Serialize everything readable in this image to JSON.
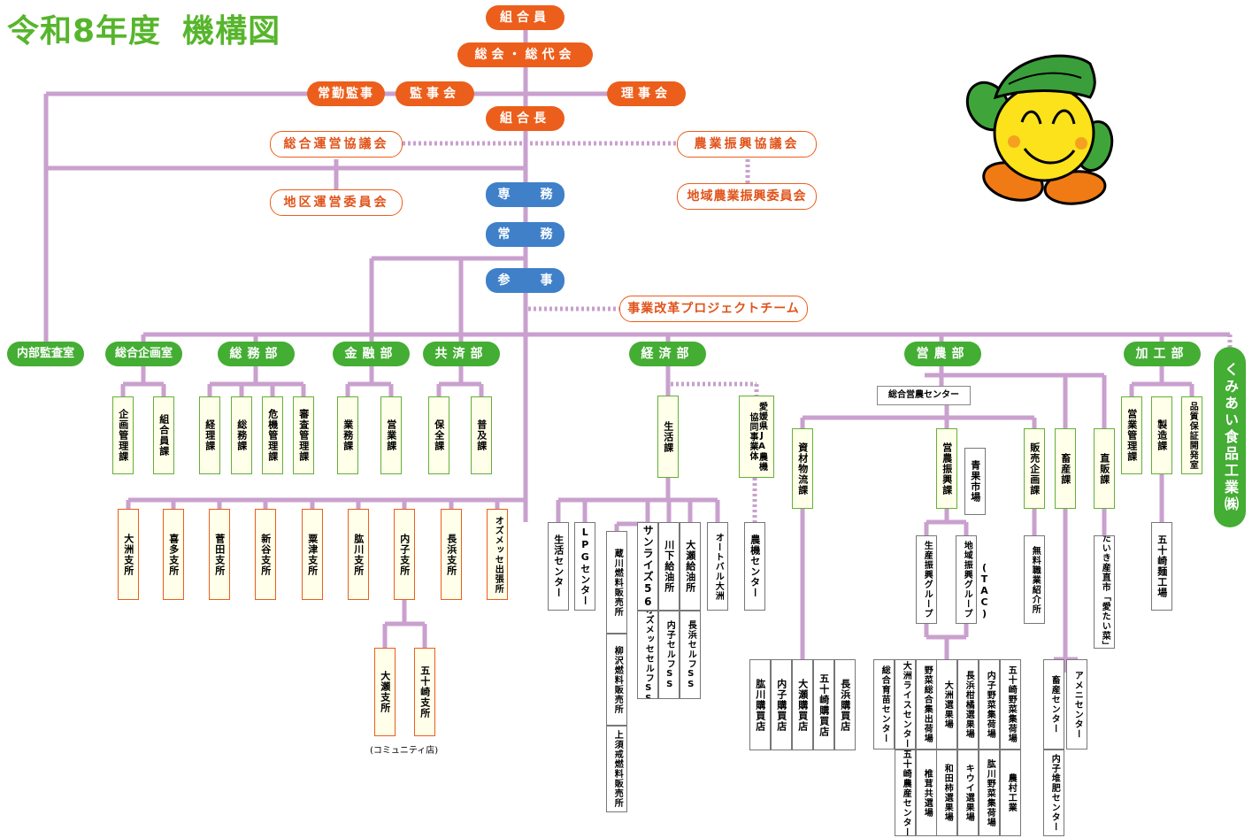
{
  "title": {
    "year": "令和8年度",
    "name": "機構図"
  },
  "colors": {
    "line": "#c9a0ce",
    "orange": "#ec5e1b",
    "blue": "#3f80c9",
    "green": "#44ad33"
  },
  "top": {
    "members": "組合員",
    "assembly": "総会・総代会",
    "auditor_fulltime": "常勤監事",
    "audit_board": "監事会",
    "board": "理事会",
    "president": "組合長",
    "mgmt_council": "総合運営協議会",
    "agri_council": "農業振興協議会",
    "district_committee": "地区運営委員会",
    "regional_agri_committee": "地域農業振興委員会",
    "senmu": [
      "専",
      "務"
    ],
    "jomu": [
      "常",
      "務"
    ],
    "sanji": [
      "参",
      "事"
    ],
    "project_team": "事業改革プロジェクトチーム"
  },
  "departments": {
    "internal_audit": "内部監査室",
    "planning": "総合企画室",
    "general_affairs": "総務部",
    "finance": "金融部",
    "mutual_aid": "共済部",
    "economic": "経済部",
    "agriculture": "営農部",
    "processing": "加工部",
    "kumiai_foods": "くみあい食品工業㈱"
  },
  "sections": {
    "planning": [
      "企画管理課",
      "組合員課"
    ],
    "general": [
      "経理課",
      "総務課",
      "危機管理課",
      "審査管理課"
    ],
    "finance": [
      "業務課",
      "営業課"
    ],
    "mutual": [
      "保全課",
      "普及課"
    ],
    "processing": [
      "営業管理課",
      "製造課",
      "品質保証開発室"
    ]
  },
  "branches": [
    "大洲支所",
    "喜多支所",
    "菅田支所",
    "新谷支所",
    "粟津支所",
    "肱川支所",
    "内子支所",
    "長浜支所",
    "オズメッセ出張所"
  ],
  "sub_branches": [
    "大瀬支所",
    "五十崎支所"
  ],
  "community_note": "(コミュニティ店)",
  "economic": {
    "life_section": "生活課",
    "jv": "愛媛県JA農機協同事業体",
    "life_center": "生活センター",
    "lpg_center": "LPGセンター",
    "fuel_shops": [
      "蔵川燃料販売所",
      "柳沢燃料販売所",
      "上須戒燃料販売所"
    ],
    "sunrise": "サンライズ56",
    "oz_self": "オズメッセセルフSS",
    "kawashimo": "川下給油所",
    "uchiko_self": "内子セルフSS",
    "ose_gas": "大瀬給油所",
    "nagahama_self": "長浜セルフSS",
    "autobal": "オートバル大洲",
    "machinery_center": "農機センター",
    "purchasing": [
      "肱川購買店",
      "内子購買店",
      "大瀬購買店",
      "五十崎購買店",
      "長浜購買店"
    ]
  },
  "agriculture": {
    "center": "総合営農センター",
    "logistics": "資材物流課",
    "promotion": "営農振興課",
    "market": "青果市場",
    "sales_planning": "販売企画課",
    "livestock": "畜産課",
    "direct_sales": "直販課",
    "production_group": "生産振興グループ",
    "regional_group": "地域振興グループ",
    "tac": "(TAC)",
    "job_agency": "無料職業紹介所",
    "taiki_market": "たいき産直市「愛たい菜」",
    "facilities_top": [
      "総合育苗センター",
      "大洲ライスセンター",
      "野菜総合集出荷場",
      "大洲選果場",
      "長浜柑橘選果場",
      "内子野菜集荷場",
      "五十崎野菜集荷場"
    ],
    "facilities_bottom": [
      "五十崎農産センター",
      "椎茸共選場",
      "和田柿選果場",
      "キウイ選果場",
      "肱川野菜集荷場",
      "農村工業"
    ],
    "livestock_center": "畜産センター",
    "ameni": "アメニセンター",
    "compost": "内子堆肥センター"
  },
  "processing_factory": "五十崎麺工場"
}
